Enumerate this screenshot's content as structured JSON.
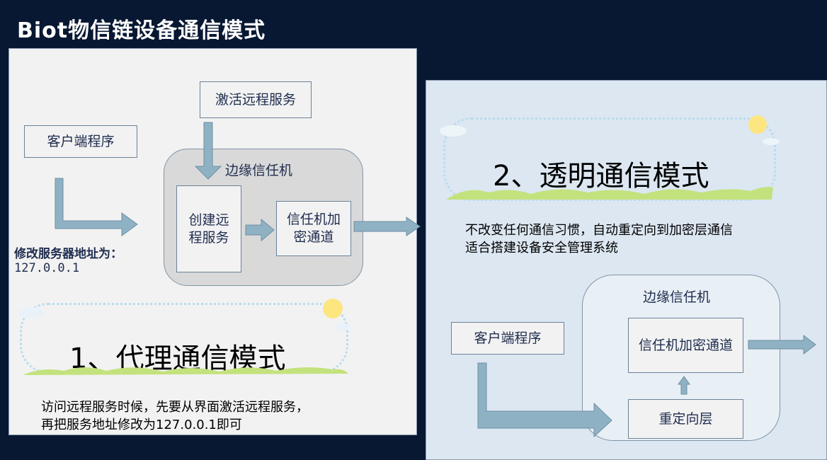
{
  "title": "Biot物信链设备通信模式",
  "proxy": {
    "activate": "激活远程服务",
    "client": "客户端程序",
    "edge_label": "边缘信任机",
    "create": "创建远程服务",
    "channel": "信任机加密通道",
    "modify_label": "修改服务器地址为：",
    "address": "127.0.0.1",
    "mode_title": "1、代理通信模式",
    "desc_line1": "访问远程服务时候，先要从界面激活远程服务，",
    "desc_line2": "再把服务地址修改为127.0.0.1即可"
  },
  "transparent": {
    "mode_title": "2、透明通信模式",
    "desc_line1": "不改变任何通信习惯，自动重定向到加密层通信",
    "desc_line2": "适合搭建设备安全管理系统",
    "edge_label": "边缘信任机",
    "client": "客户端程序",
    "channel": "信任机加密通道",
    "redirect": "重定向层"
  },
  "colors": {
    "arrow": "#8fb1c4",
    "bg": "#081833",
    "grass": "#c3e27d",
    "sun": "#fde580"
  }
}
